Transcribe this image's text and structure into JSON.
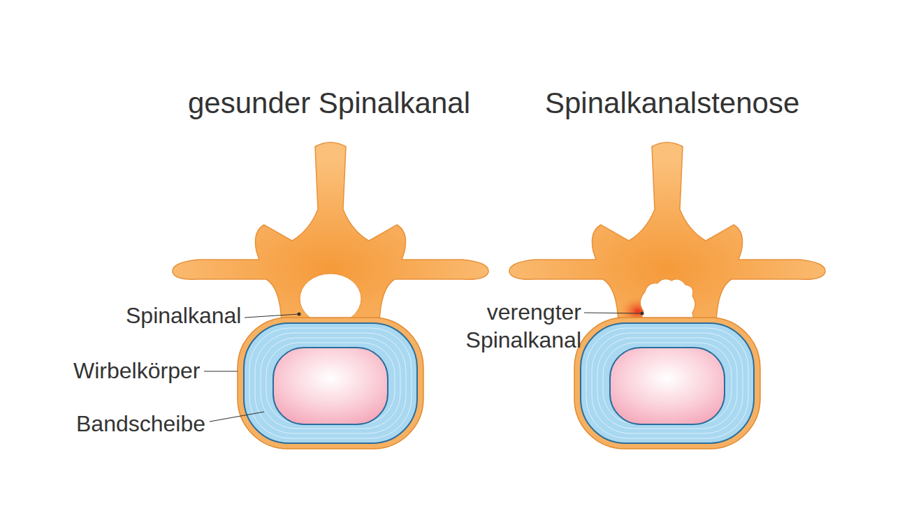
{
  "diagram": {
    "labels": [
      "gesunder Spinalkanal",
      "Spinalkanalstenose",
      "Spinalkanal",
      "Wirbelkörper",
      "Bandscheibe",
      "verengter Spinalkanal"
    ]
  }
}
